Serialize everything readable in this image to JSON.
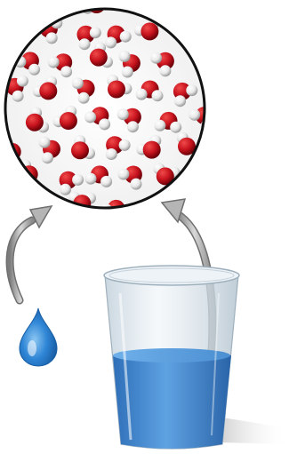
{
  "figure": {
    "subjects": [
      "water-drop",
      "glass-of-water",
      "magnified-water-molecules"
    ],
    "colors": {
      "background": "#ffffff",
      "oxygen": "#c8141e",
      "hydrogen": "#eeeeee",
      "lens_rim": "#111111",
      "arrow": "#9a9a9a",
      "water_fill": "#4f92d6",
      "water_drop": "#2f86d6",
      "glass": "#cfdbe4"
    },
    "icons": {
      "lens": "magnifier-circle-icon",
      "drop": "water-drop-icon",
      "glass": "glass-of-water-icon",
      "arrows": "curved-arrow-icon"
    }
  }
}
